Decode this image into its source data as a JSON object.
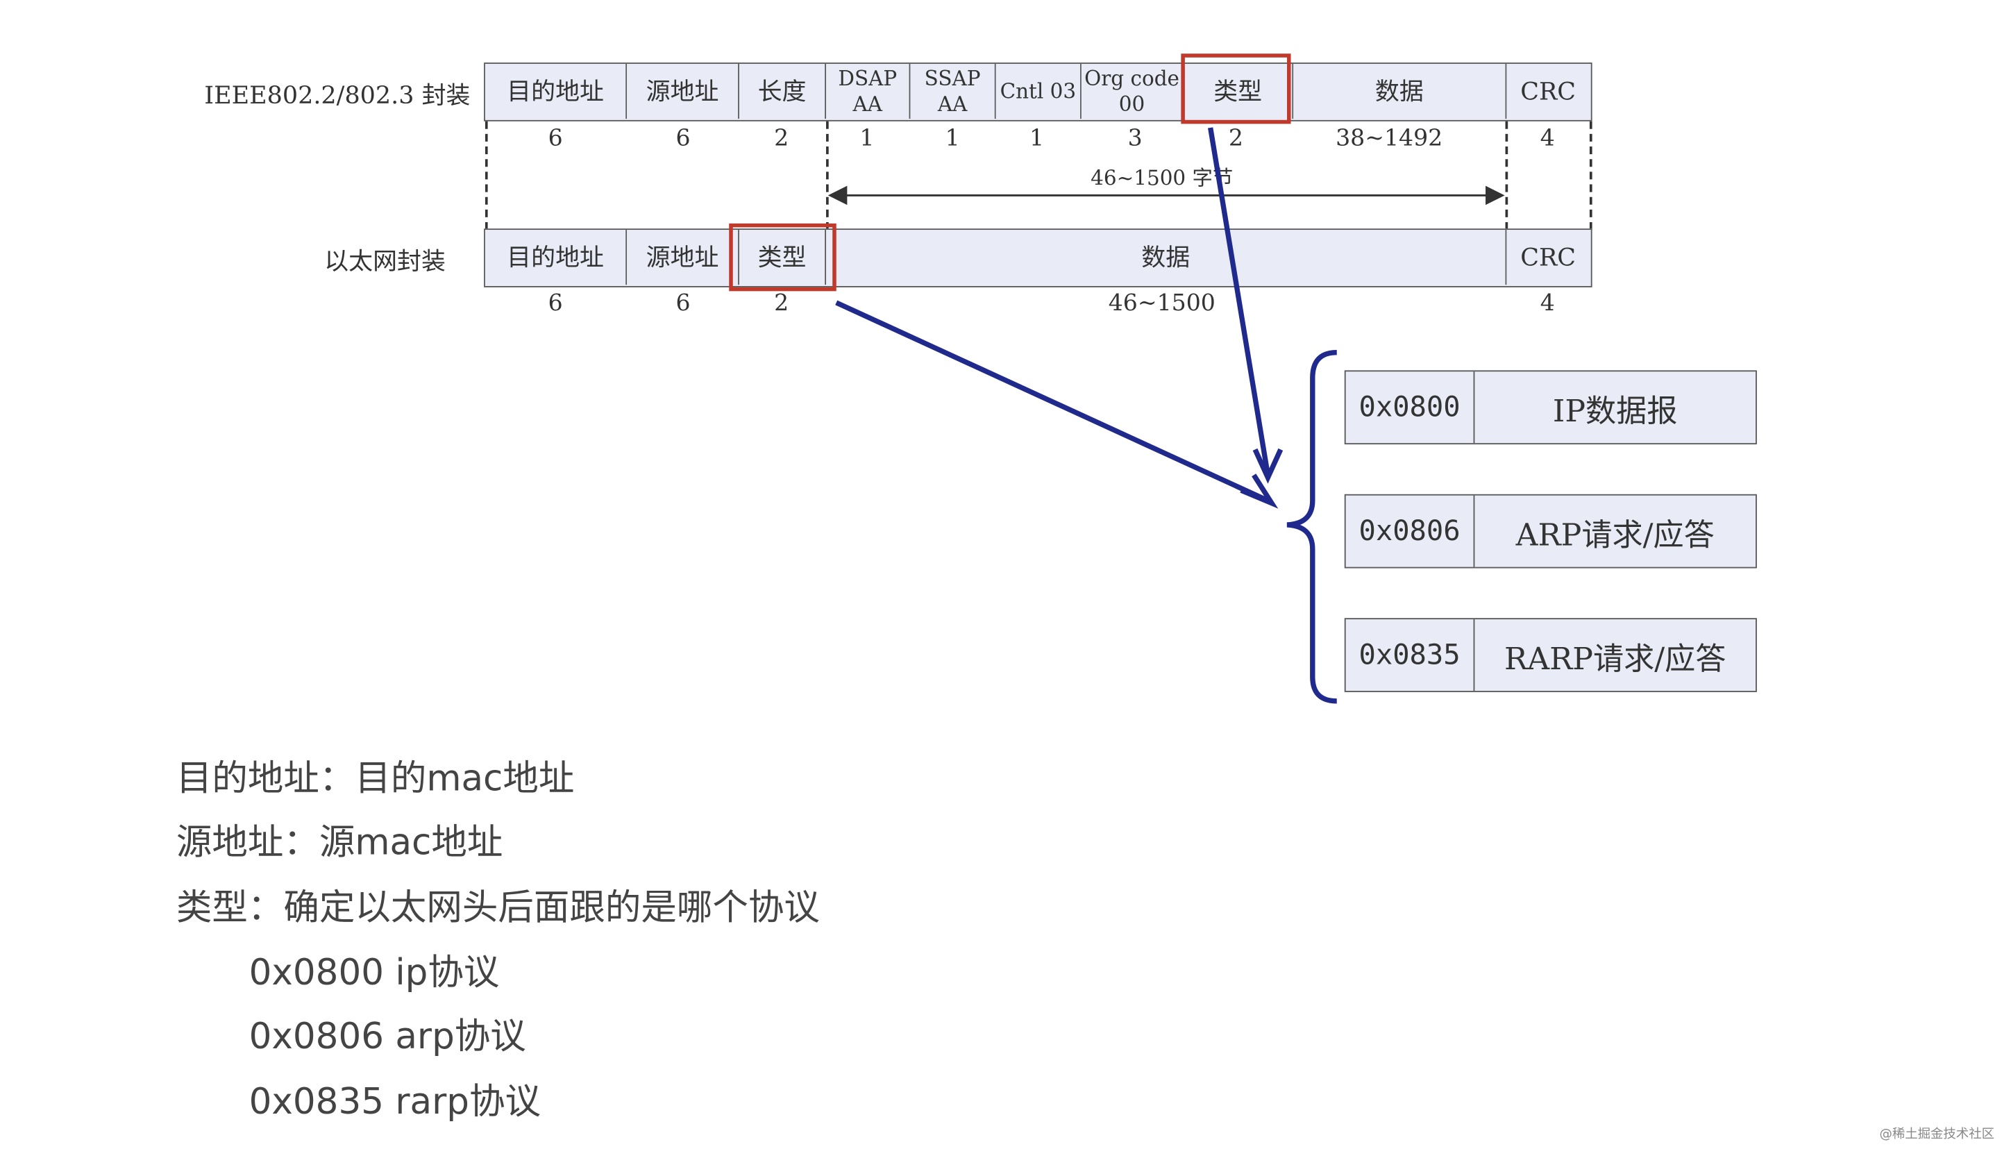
{
  "ieee": {
    "label": "IEEE802.2/802.3 封装",
    "fields": [
      {
        "name": "目的地址",
        "size": "6"
      },
      {
        "name": "源地址",
        "size": "6"
      },
      {
        "name": "长度",
        "size": "2"
      },
      {
        "name": "DSAP AA",
        "size": "1"
      },
      {
        "name": "SSAP AA",
        "size": "1"
      },
      {
        "name": "Cntl 03",
        "size": "1"
      },
      {
        "name": "Org code 00",
        "size": "3"
      },
      {
        "name": "类型",
        "size": "2"
      },
      {
        "name": "数据",
        "size": "38~1492"
      },
      {
        "name": "CRC",
        "size": "4"
      }
    ],
    "span_label": "46~1500 字节"
  },
  "ethernet": {
    "label": "以太网封装",
    "fields": [
      {
        "name": "目的地址",
        "size": "6"
      },
      {
        "name": "源地址",
        "size": "6"
      },
      {
        "name": "类型",
        "size": "2"
      },
      {
        "name": "数据",
        "size": "46~1500"
      },
      {
        "name": "CRC",
        "size": "4"
      }
    ]
  },
  "types": [
    {
      "code": "0x0800",
      "desc": "IP数据报"
    },
    {
      "code": "0x0806",
      "desc": "ARP请求/应答"
    },
    {
      "code": "0x0835",
      "desc": "RARP请求/应答"
    }
  ],
  "notes": [
    "目的地址：目的mac地址",
    "源地址：源mac地址",
    "类型：确定以太网头后面跟的是哪个协议",
    "0x0800 ip协议",
    "0x0806 arp协议",
    "0x0835 rarp协议"
  ],
  "watermark": "@稀土掘金技术社区",
  "colors": {
    "highlight": "#c0392b",
    "arrow": "#1f2a8c",
    "cell_fill": "#e9ecf6"
  }
}
